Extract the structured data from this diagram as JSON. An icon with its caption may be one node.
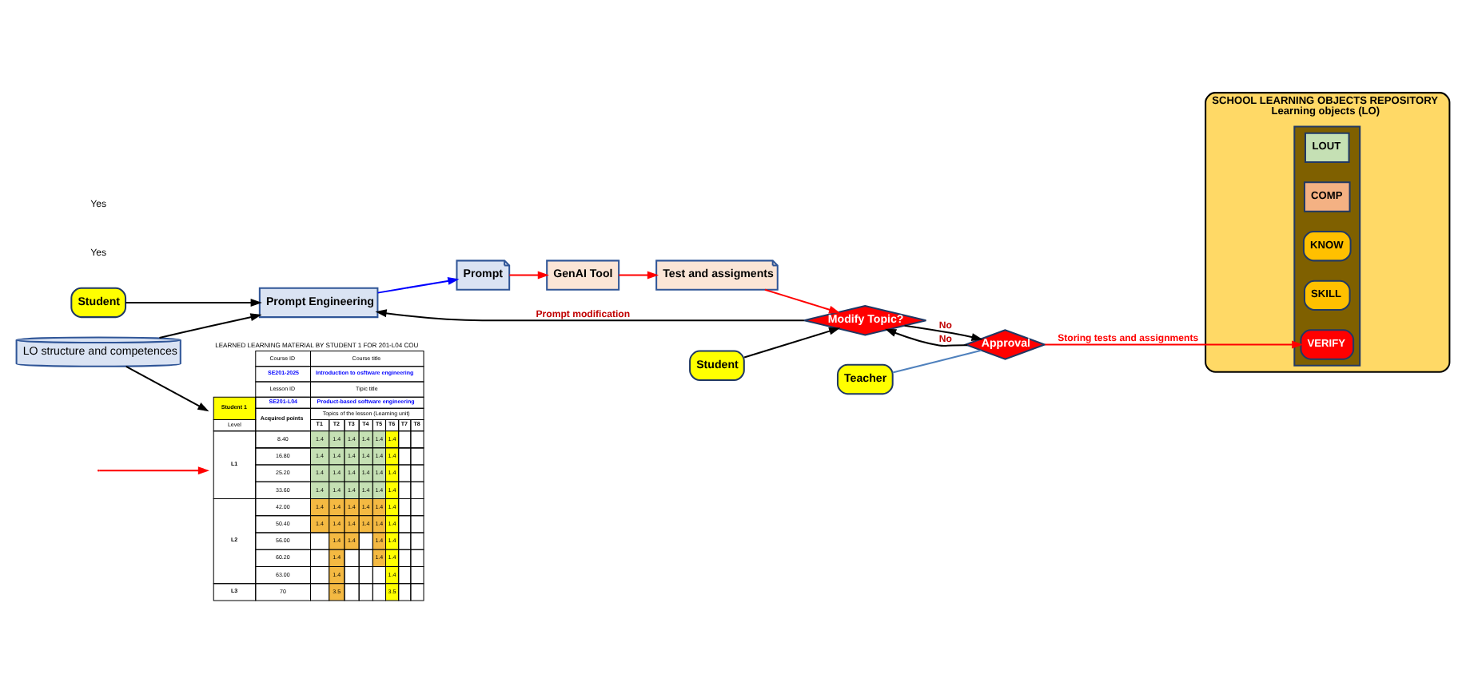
{
  "diagram": {
    "nodes": [
      {
        "text": [
          "Student"
        ]
      },
      {
        "text": [
          "LO structure and competences"
        ]
      },
      {
        "text": [
          "Prompt Engineering"
        ]
      },
      {
        "text": [
          "Prompt"
        ]
      },
      {
        "text": [
          "GenAI Tool"
        ]
      },
      {
        "text": [
          "Test and assigments"
        ]
      },
      {
        "text": [
          "Student"
        ]
      },
      {
        "text": [
          "Modify Topic?"
        ]
      },
      {
        "text": [
          "Teacher"
        ]
      },
      {
        "text": [
          "Approval"
        ]
      },
      {
        "text": [
          "LEARNED LEARNING MATERIAL BY STUDENT 1 FOR 201-L04 COU"
        ]
      },
      {
        "text": [
          "SCHOOL LEARNING OBJECTS REPOSITORY",
          "Learning objects (LO)"
        ]
      },
      {
        "text": [],
        "shape": "box",
        "in": 11
      },
      {
        "text": [
          "LOUT"
        ],
        "in": 12
      },
      {
        "text": [
          "COMP"
        ],
        "in": 12
      },
      {
        "text": [
          "KNOW"
        ],
        "in": 12
      },
      {
        "text": [
          "SKILL"
        ],
        "in": 12
      },
      {
        "text": [
          "VERIFY"
        ],
        "in": 12
      }
    ],
    "edges": [
      {
        "from": 0,
        "to": 2,
        "arrow": "to"
      },
      {
        "from": 1,
        "to": 2,
        "arrow": "to"
      },
      {
        "from": 1,
        "to": 10,
        "arrow": "to"
      },
      {
        "from": 2,
        "to": 3,
        "arrow": "to",
        "color": "#0000ff"
      },
      {
        "from": 3,
        "to": 4,
        "arrow": "to",
        "color": "#ff0000"
      },
      {
        "from": 4,
        "to": 5,
        "arrow": "to",
        "color": "#ff0000"
      },
      {
        "from": 5,
        "to": 7,
        "arrow": "to",
        "color": "#ff0000"
      },
      {
        "from": 7,
        "to": 2,
        "arrow": "to",
        "label": "Prompt modification"
      },
      {
        "from": 6,
        "to": 7,
        "arrow": "to"
      },
      {
        "from": 9,
        "to": 7,
        "arrow": "to",
        "label": "No"
      },
      {
        "from": 7,
        "to": 9,
        "arrow": "to",
        "label": "No"
      },
      {
        "from": 8,
        "to": 9,
        "arrow": "none",
        "color": "#4f81bd"
      },
      {
        "from": 9,
        "to": 17,
        "arrow": "to",
        "color": "#ff0000",
        "label": "Storing tests and assignments"
      },
      {
        "from": null,
        "to": 10,
        "arrow": "to",
        "color": "#ff0000"
      }
    ],
    "labels": [
      "Yes",
      "Yes",
      "Course ID",
      "Course title",
      "SE201-2025",
      "Introduction to osftware engineering",
      "Lesson ID",
      "Tipic title",
      "Student 1",
      "SE201-L04",
      "Product-based software engineering",
      "Acquired points",
      "Topics of the lesson (Learning unit)",
      "Level",
      "T1",
      "T2",
      "T3",
      "T4",
      "T5",
      "T6",
      "T7",
      "T8",
      "L1",
      "8.40",
      "1.4",
      "1.4",
      "1.4",
      "1.4",
      "1.4",
      "1.4",
      "16.80",
      "1.4",
      "1.4",
      "1.4",
      "1.4",
      "1.4",
      "1.4",
      "25.20",
      "1.4",
      "1.4",
      "1.4",
      "1.4",
      "1.4",
      "1.4",
      "33.60",
      "1.4",
      "1.4",
      "1.4",
      "1.4",
      "1.4",
      "1.4",
      "L2",
      "42.00",
      "1.4",
      "1.4",
      "1.4",
      "1.4",
      "1.4",
      "1.4",
      "50.40",
      "1.4",
      "1.4",
      "1.4",
      "1.4",
      "1.4",
      "1.4",
      "56.00",
      "1.4",
      "1.4",
      "1.4",
      "1.4",
      "60.20",
      "1.4",
      "1.4",
      "1.4",
      "63.00",
      "1.4",
      "1.4",
      "L3",
      "70",
      "3.5",
      "3.5"
    ]
  }
}
